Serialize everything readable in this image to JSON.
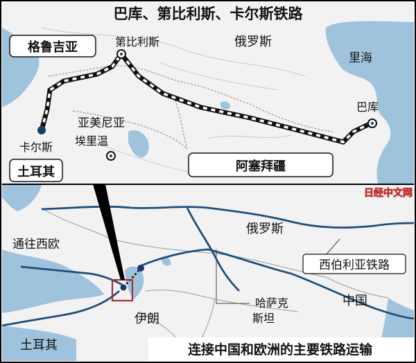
{
  "title": "巴库、第比利斯、卡尔斯铁路",
  "caption": "连接中国和欧洲的主要铁路运输",
  "watermark": "日经中文网",
  "top_map": {
    "labels": {
      "georgia": "格鲁吉亚",
      "tbilisi": "第比利斯",
      "russia": "俄罗斯",
      "caspian": "里海",
      "baku": "巴库",
      "armenia": "亚美尼亚",
      "yerevan": "埃里温",
      "kars": "卡尔斯",
      "turkey": "土耳其",
      "azerbaijan": "阿塞拜疆"
    }
  },
  "bottom_map": {
    "labels": {
      "to_europe": "通往西欧",
      "russia": "俄罗斯",
      "trans_siberian": "西伯利亚铁路",
      "kazakhstan_1": "哈萨克",
      "kazakhstan_2": "斯坦",
      "china": "中国",
      "iran": "伊朗",
      "turkey": "土耳其"
    }
  },
  "colors": {
    "land": "#f2f2f2",
    "water": "#9fc3dc",
    "railway": "#1f4e79",
    "border": "#9a9a9a",
    "frame": "#000000",
    "highlight": "#a03030"
  }
}
